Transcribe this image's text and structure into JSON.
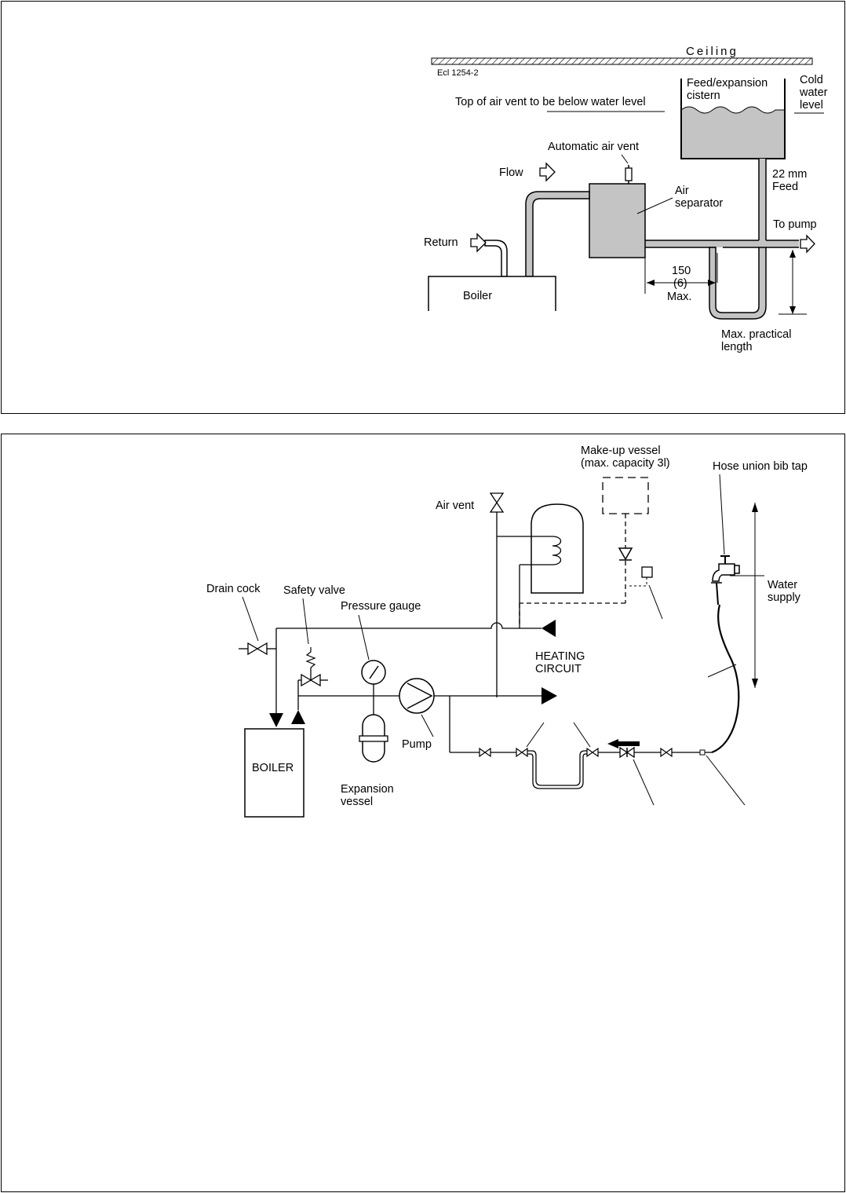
{
  "top_diagram": {
    "ceiling": "Ceiling",
    "ref_code": "Ecl 1254-2",
    "note": "Top of air vent to be below water level",
    "cistern": [
      "Feed/expansion",
      "cistern"
    ],
    "cold_water_level": [
      "Cold",
      "water",
      "level"
    ],
    "automatic_air_vent": "Automatic air vent",
    "flow": "Flow",
    "return": "Return",
    "air_separator": [
      "Air",
      "separator"
    ],
    "feed": [
      "22 mm",
      "Feed"
    ],
    "to_pump": "To pump",
    "boiler": "Boiler",
    "dimension": [
      "150",
      "(6)",
      "Max."
    ],
    "max_length": [
      "Max. practical",
      "length"
    ]
  },
  "bottom_diagram": {
    "makeup_vessel": [
      "Make-up vessel",
      "(max. capacity 3l)"
    ],
    "hose_tap": "Hose union bib tap",
    "air_vent": "Air vent",
    "drain_cock": "Drain cock",
    "safety_valve": "Safety valve",
    "pressure_gauge": "Pressure gauge",
    "water_supply": [
      "Water",
      "supply"
    ],
    "heating_circuit": [
      "HEATING",
      "CIRCUIT"
    ],
    "boiler": "BOILER",
    "pump": "Pump",
    "expansion_vessel": [
      "Expansion",
      "vessel"
    ]
  },
  "colors": {
    "fill_grey": "#c4c4c4",
    "line": "#000000"
  }
}
